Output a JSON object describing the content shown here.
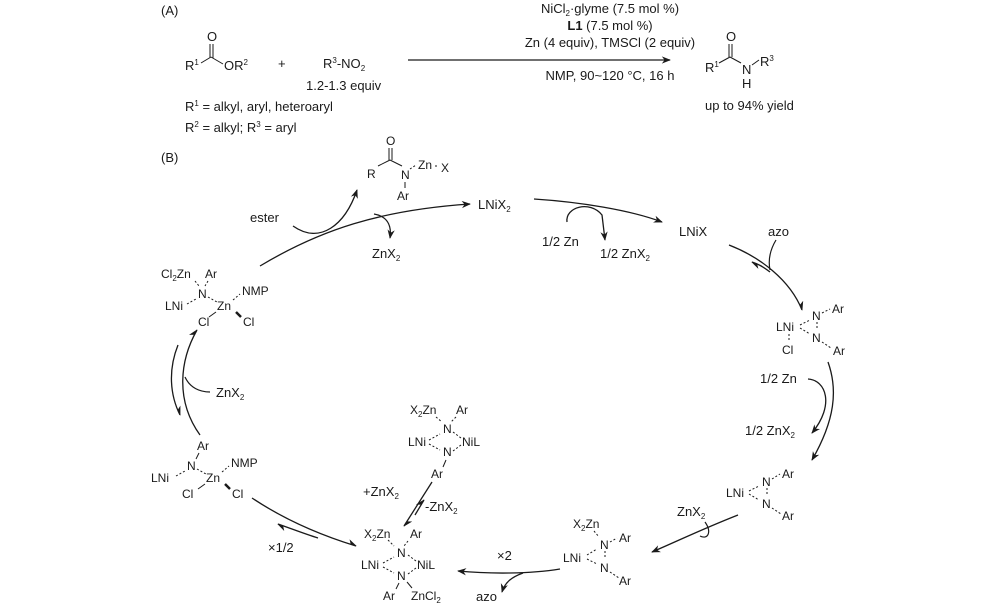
{
  "panel_a": {
    "label": "(A)",
    "ester": {
      "o": "O",
      "r1": "R",
      "r1_sup": "1",
      "or2": "OR",
      "or2_sup": "2"
    },
    "plus": "+",
    "nitro": {
      "r3": "R",
      "r3_sup": "3",
      "no2": "-NO",
      "no2_sub": "2",
      "equiv": "1.2-1.3 equiv"
    },
    "conditions": {
      "line1_a": "NiCl",
      "line1_sub": "2",
      "line1_b": "·glyme (7.5 mol %)",
      "line2_bold": "L1",
      "line2": " (7.5 mol %)",
      "line3": "Zn (4 equiv), TMSCl (2 equiv)",
      "line4": "NMP, 90~120 °C, 16 h"
    },
    "product": {
      "o": "O",
      "r1": "R",
      "r1_sup": "1",
      "n": "N",
      "h": "H",
      "r3": "R",
      "r3_sup": "3",
      "yield": "up to 94% yield"
    },
    "scope": {
      "r1_def_a": "R",
      "r1_def_sup": "1",
      "r1_def_b": " = alkyl, aryl, heteroaryl",
      "r2_def_a": "R",
      "r2_def_sup": "2",
      "r2_def_b": " = alkyl; R",
      "r3_def_sup": "3",
      "r2_def_c": " = aryl"
    }
  },
  "panel_b": {
    "label": "(B)",
    "amide_zinc": {
      "o": "O",
      "r": "R",
      "n": "N",
      "zn": "Zn",
      "x": "X",
      "ar": "Ar"
    },
    "ester_in": "ester",
    "znx2_out": "ZnX",
    "znx2_sub": "2",
    "lnix2": "LNiX",
    "lnix2_sub": "2",
    "half_zn": "1/2 Zn",
    "half_znx2": "1/2 ZnX",
    "lnix": "LNiX",
    "azo_in": "azo",
    "ni_diazirine_cl": {
      "lni": "LNi",
      "n1": "N",
      "n2": "N",
      "ar1": "Ar",
      "ar2": "Ar",
      "cl": "Cl"
    },
    "half_zn_2": "1/2 Zn",
    "half_znx2_2": "1/2 ZnX",
    "ni_diazene": {
      "lni": "LNi",
      "n1": "N",
      "n2": "N",
      "ar1": "Ar",
      "ar2": "Ar"
    },
    "znx2_in": "ZnX",
    "ni_diazene_zn": {
      "x2zn": "X",
      "x2zn_b": "Zn",
      "lni": "LNi",
      "n1": "N",
      "n2": "N",
      "ar1": "Ar",
      "ar2": "Ar"
    },
    "times2": "×2",
    "azo_out": "azo",
    "dinickel_zncl2": {
      "x2zn": "X",
      "x2zn_b": "Zn",
      "ar1": "Ar",
      "lni": "LNi",
      "n1": "N",
      "n2": "N",
      "nil": "NiL",
      "ar2": "Ar",
      "zncl2": "ZnCl",
      "zncl2_sub": "2"
    },
    "dinickel": {
      "x2zn": "X",
      "x2zn_b": "Zn",
      "ar1": "Ar",
      "lni": "LNi",
      "n1": "N",
      "n2": "N",
      "nil": "NiL",
      "ar2": "Ar"
    },
    "plus_znx2": "+ZnX",
    "minus_znx2": "-ZnX",
    "times_half": "×1/2",
    "ni_amido_zn": {
      "ar": "Ar",
      "n": "N",
      "lni": "LNi",
      "zn": "Zn",
      "nmp": "NMP",
      "cl1": "Cl",
      "cl2": "Cl"
    },
    "znx2_left": "ZnX",
    "ni_amido_zn2": {
      "cl2zn": "Cl",
      "cl2zn_b": "Zn",
      "ar": "Ar",
      "n": "N",
      "lni": "LNi",
      "zn": "Zn",
      "nmp": "NMP",
      "cl1": "Cl",
      "cl2": "Cl"
    }
  }
}
